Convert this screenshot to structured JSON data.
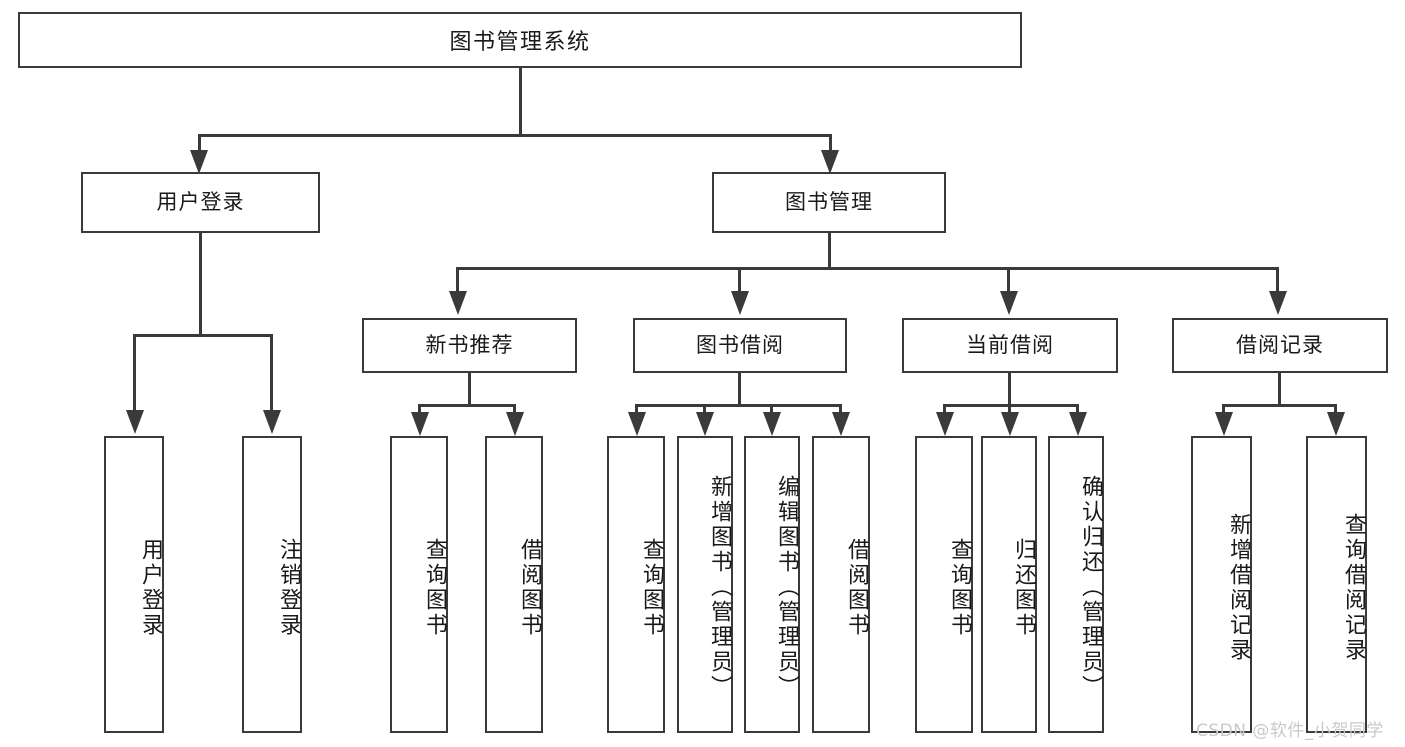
{
  "diagram": {
    "title": "图书管理系统",
    "watermark": "CSDN @软件_小贺同学",
    "colors": {
      "stroke": "#3a3a3a",
      "fill": "#ffffff",
      "watermark": "#c9c9c9"
    },
    "nodes": {
      "root": "图书管理系统",
      "user_login": "用户登录",
      "book_manage": "图书管理",
      "new_book_rec": "新书推荐",
      "book_borrow": "图书借阅",
      "current_borrow": "当前借阅",
      "borrow_record": "借阅记录",
      "leaf_user_login": "用户登录",
      "leaf_logout": "注销登录",
      "leaf_query_book_1": "查询图书",
      "leaf_borrow_book_1": "借阅图书",
      "leaf_query_book_2": "查询图书",
      "leaf_add_book_admin": "新增图书（管理员）",
      "leaf_edit_book_admin": "编辑图书（管理员）",
      "leaf_borrow_book_2": "借阅图书",
      "leaf_query_book_3": "查询图书",
      "leaf_return_book": "归还图书",
      "leaf_confirm_return_admin": "确认归还（管理员）",
      "leaf_add_record": "新增借阅记录",
      "leaf_query_record": "查询借阅记录"
    },
    "tree": {
      "label": "图书管理系统",
      "children": [
        {
          "label": "用户登录",
          "children": [
            {
              "label": "用户登录"
            },
            {
              "label": "注销登录"
            }
          ]
        },
        {
          "label": "图书管理",
          "children": [
            {
              "label": "新书推荐",
              "children": [
                {
                  "label": "查询图书"
                },
                {
                  "label": "借阅图书"
                }
              ]
            },
            {
              "label": "图书借阅",
              "children": [
                {
                  "label": "查询图书"
                },
                {
                  "label": "新增图书（管理员）"
                },
                {
                  "label": "编辑图书（管理员）"
                },
                {
                  "label": "借阅图书"
                }
              ]
            },
            {
              "label": "当前借阅",
              "children": [
                {
                  "label": "查询图书"
                },
                {
                  "label": "归还图书"
                },
                {
                  "label": "确认归还（管理员）"
                }
              ]
            },
            {
              "label": "借阅记录",
              "children": [
                {
                  "label": "新增借阅记录"
                },
                {
                  "label": "查询借阅记录"
                }
              ]
            }
          ]
        }
      ]
    }
  }
}
